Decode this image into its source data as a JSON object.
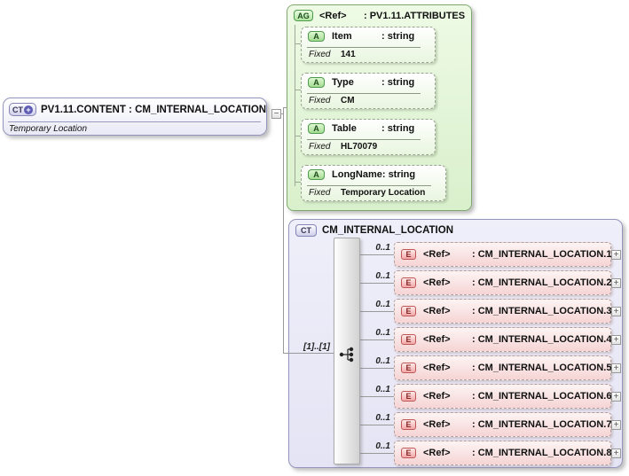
{
  "colors": {
    "connector": "#999999",
    "content_accent": "#8888bb",
    "attributes_accent": "#55a055",
    "attributes_fill": "#e7f8de",
    "type_fill": "#e9e9f8",
    "element_fill": "#f8d8d8",
    "element_accent": "#c05555"
  },
  "content_box": {
    "badge": "CT",
    "plus_icon": "+",
    "title": "PV1.11.CONTENT : CM_INTERNAL_LOCATION",
    "subtitle": "Temporary Location",
    "collapse_icon": "−"
  },
  "attributes_box": {
    "badge": "AG",
    "ref_label": "<Ref>",
    "title": ": PV1.11.ATTRIBUTES",
    "attributes": [
      {
        "badge": "A",
        "name": "Item",
        "type": ": string",
        "fixed_label": "Fixed",
        "fixed_value": "141"
      },
      {
        "badge": "A",
        "name": "Type",
        "type": ": string",
        "fixed_label": "Fixed",
        "fixed_value": "CM"
      },
      {
        "badge": "A",
        "name": "Table",
        "type": ": string",
        "fixed_label": "Fixed",
        "fixed_value": "HL70079"
      },
      {
        "badge": "A",
        "name": "LongName",
        "type": ": string",
        "fixed_label": "Fixed",
        "fixed_value": "Temporary Location"
      }
    ]
  },
  "type_box": {
    "badge": "CT",
    "title": "CM_INTERNAL_LOCATION",
    "sequence_cardinality": "[1]..[1]",
    "elements": [
      {
        "badge": "E",
        "cardinality": "0..1",
        "ref_label": "<Ref>",
        "type": ": CM_INTERNAL_LOCATION.1",
        "expand_icon": "+"
      },
      {
        "badge": "E",
        "cardinality": "0..1",
        "ref_label": "<Ref>",
        "type": ": CM_INTERNAL_LOCATION.2",
        "expand_icon": "+"
      },
      {
        "badge": "E",
        "cardinality": "0..1",
        "ref_label": "<Ref>",
        "type": ": CM_INTERNAL_LOCATION.3",
        "expand_icon": "+"
      },
      {
        "badge": "E",
        "cardinality": "0..1",
        "ref_label": "<Ref>",
        "type": ": CM_INTERNAL_LOCATION.4",
        "expand_icon": "+"
      },
      {
        "badge": "E",
        "cardinality": "0..1",
        "ref_label": "<Ref>",
        "type": ": CM_INTERNAL_LOCATION.5",
        "expand_icon": "+"
      },
      {
        "badge": "E",
        "cardinality": "0..1",
        "ref_label": "<Ref>",
        "type": ": CM_INTERNAL_LOCATION.6",
        "expand_icon": "+"
      },
      {
        "badge": "E",
        "cardinality": "0..1",
        "ref_label": "<Ref>",
        "type": ": CM_INTERNAL_LOCATION.7",
        "expand_icon": "+"
      },
      {
        "badge": "E",
        "cardinality": "0..1",
        "ref_label": "<Ref>",
        "type": ": CM_INTERNAL_LOCATION.8",
        "expand_icon": "+"
      }
    ]
  }
}
